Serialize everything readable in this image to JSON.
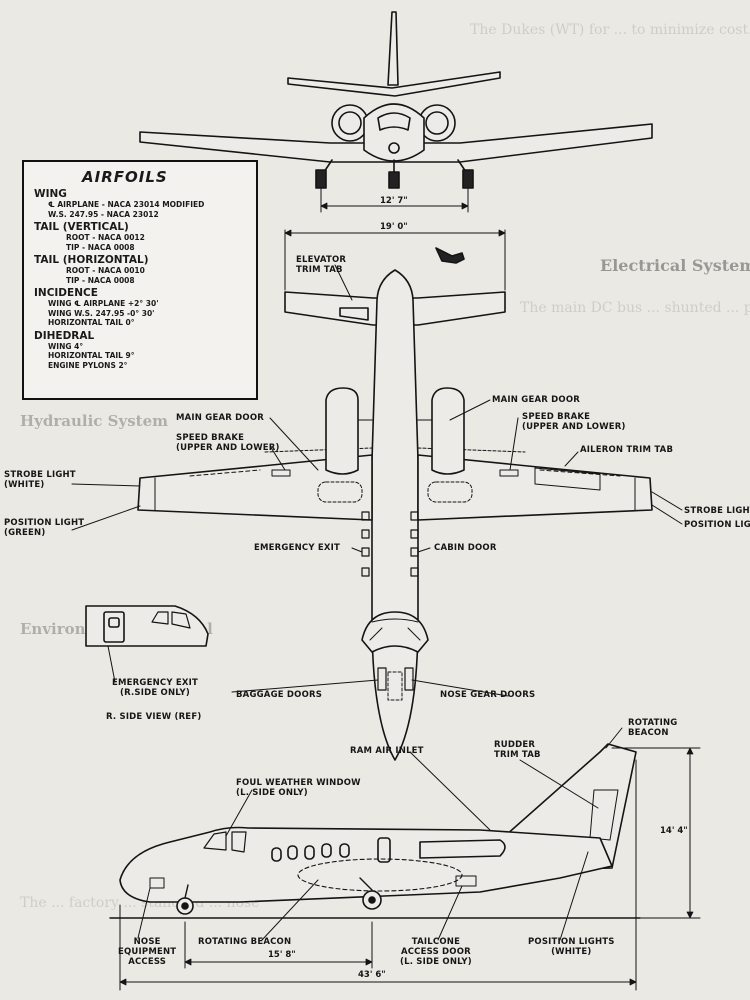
{
  "airfoils": {
    "title": "AIRFOILS",
    "wing_heading": "WING",
    "wing_line1": "℄ AIRPLANE - NACA 23014 MODIFIED",
    "wing_line2": "W.S. 247.95 - NACA 23012",
    "tail_v_heading": "TAIL (VERTICAL)",
    "tail_v_line1": "ROOT - NACA 0012",
    "tail_v_line2": "TIP - NACA 0008",
    "tail_h_heading": "TAIL (HORIZONTAL)",
    "tail_h_line1": "ROOT - NACA 0010",
    "tail_h_line2": "TIP - NACA 0008",
    "incidence_heading": "INCIDENCE",
    "incidence_line1": "WING ℄ AIRPLANE +2° 30'",
    "incidence_line2": "WING W.S. 247.95 -0° 30'",
    "incidence_line3": "HORIZONTAL TAIL 0°",
    "dihedral_heading": "DIHEDRAL",
    "dihedral_line1": "WING 4°",
    "dihedral_line2": "HORIZONTAL TAIL 9°",
    "dihedral_line3": "ENGINE PYLONS 2°"
  },
  "dimensions": {
    "main_gear_track": "12' 7\"",
    "horizontal_tail_span": "19' 0\"",
    "height": "14' 4\"",
    "wheelbase": "15' 8\"",
    "length": "43' 6\""
  },
  "labels": {
    "elevator_trim_tab": "ELEVATOR\nTRIM TAB",
    "main_gear_door_left": "MAIN GEAR DOOR",
    "main_gear_door_right": "MAIN GEAR DOOR",
    "speed_brake_left": "SPEED BRAKE\n(UPPER AND LOWER)",
    "speed_brake_right": "SPEED BRAKE\n(UPPER AND LOWER)",
    "aileron_trim_tab": "AILERON TRIM TAB",
    "strobe_light_left": "STROBE LIGHT\n(WHITE)",
    "position_light_left": "POSITION LIGHT\n(GREEN)",
    "strobe_light_right": "STROBE LIGHT",
    "position_light_right": "POSITION LIG",
    "emergency_exit": "EMERGENCY EXIT",
    "cabin_door": "CABIN DOOR",
    "emergency_exit_inset": "EMERGENCY EXIT\n(R.SIDE ONLY)",
    "r_side_view": "R. SIDE VIEW (REF)",
    "baggage_doors": "BAGGAGE DOORS",
    "nose_gear_doors": "NOSE GEAR DOORS",
    "ram_air_inlet": "RAM AIR INLET",
    "rudder_trim_tab": "RUDDER\nTRIM TAB",
    "rotating_beacon_top": "ROTATING\nBEACON",
    "foul_weather_window": "FOUL WEATHER WINDOW\n(L. SIDE ONLY)",
    "nose_equipment_access": "NOSE\nEQUIPMENT\nACCESS",
    "rotating_beacon_bottom": "ROTATING BEACON",
    "tailcone_access_door": "TAILCONE\nACCESS DOOR\n(L. SIDE ONLY)",
    "position_lights_white": "POSITION LIGHTS\n(WHITE)"
  },
  "background_text": [
    "The Dukes (WT) for ... to minimize cost... and ... full ...",
    "Electrical System",
    "The main DC bus ... shunted ... power ... generator",
    "Hydraulic System",
    "Environmental Control",
    "The ... factory ... standard ... nose"
  ]
}
